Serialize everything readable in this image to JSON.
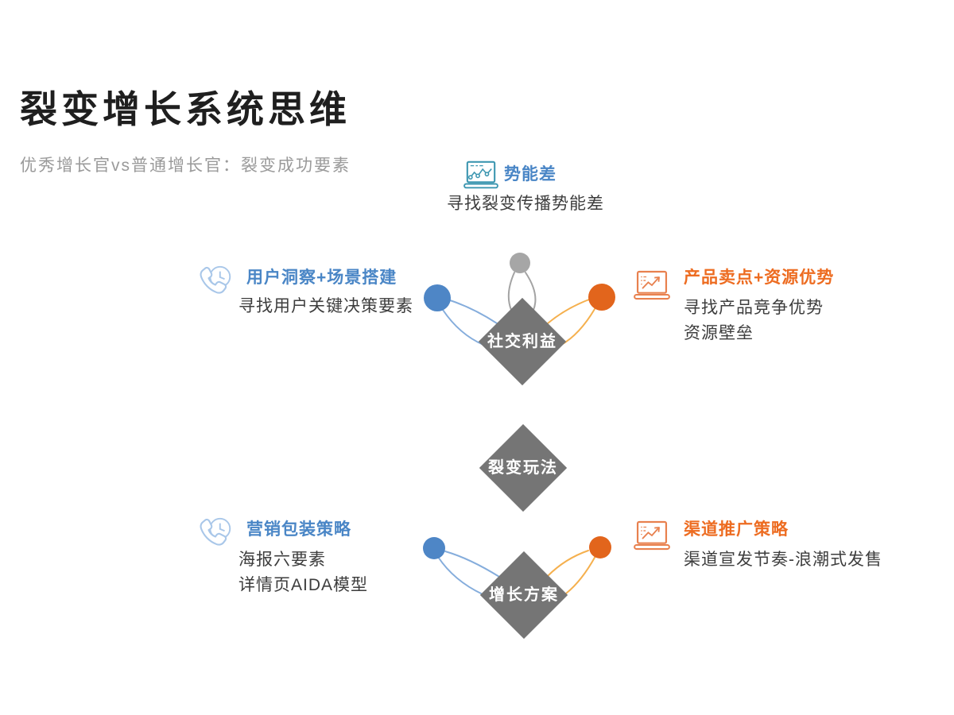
{
  "slide": {
    "title": "裂变增长系统思维",
    "subtitle": "优秀增长官vs普通增长官：裂变成功要素"
  },
  "nodes": {
    "potential": {
      "label": "势能差",
      "desc": "寻找裂变传播势能差",
      "icon": "laptop-analytics-icon"
    },
    "user_insight": {
      "label": "用户洞察+场景搭建",
      "desc": "寻找用户关键决策要素",
      "icon": "phone-clock-icon"
    },
    "product": {
      "label": "产品卖点+资源优势",
      "desc1": "寻找产品竞争优势",
      "desc2": "资源壁垒",
      "icon": "laptop-trend-icon"
    },
    "marketing": {
      "label": "营销包装策略",
      "desc1": "海报六要素",
      "desc2": "详情页AIDA模型",
      "icon": "phone-clock-icon"
    },
    "channel": {
      "label": "渠道推广策略",
      "desc": "渠道宣发节奏-浪潮式发售",
      "icon": "laptop-trend-icon"
    }
  },
  "diamonds": {
    "social": "社交利益",
    "play": "裂变玩法",
    "plan": "增长方案"
  },
  "colors": {
    "title": "#1f1f1f",
    "subtitle": "#9a9a9a",
    "body_text": "#3d3d3d",
    "blue_accent": "#4a86c6",
    "orange_accent": "#ed6c21",
    "teal_icon": "#3e97b1",
    "light_blue_icon": "#a9c7e9",
    "orange_icon": "#e8814f",
    "diamond_gray": "#757575",
    "dot_gray": "#a6a6a6",
    "dot_blue": "#4e86c6",
    "dot_orange": "#e2651c",
    "line_blue": "#85addc",
    "line_orange": "#f5b04e",
    "line_gray": "#a3a3a3"
  }
}
